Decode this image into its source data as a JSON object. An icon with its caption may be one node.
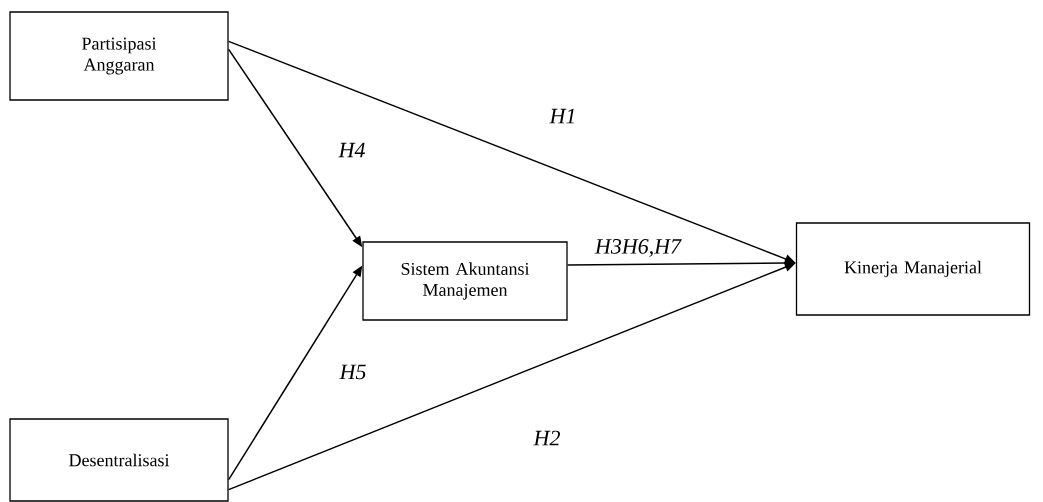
{
  "diagram": {
    "nodes": [
      {
        "text": [
          "Partisipasi Anggaran"
        ]
      },
      {
        "text": [
          "Sistem Akuntansi Manajemen"
        ]
      },
      {
        "text": [
          "Kinerja Manajerial"
        ]
      },
      {
        "text": [
          "Desentralisasi"
        ]
      }
    ],
    "edges": [
      {
        "from": 0,
        "to": 2,
        "arrow": "to",
        "label": "H1"
      },
      {
        "from": 0,
        "to": 1,
        "arrow": "to",
        "label": "H4"
      },
      {
        "from": 1,
        "to": 2,
        "arrow": "to",
        "label": "H3H6,H7"
      },
      {
        "from": 3,
        "to": 1,
        "arrow": "to",
        "label": "H5"
      },
      {
        "from": 3,
        "to": 2,
        "arrow": "to",
        "label": "H2"
      }
    ]
  }
}
